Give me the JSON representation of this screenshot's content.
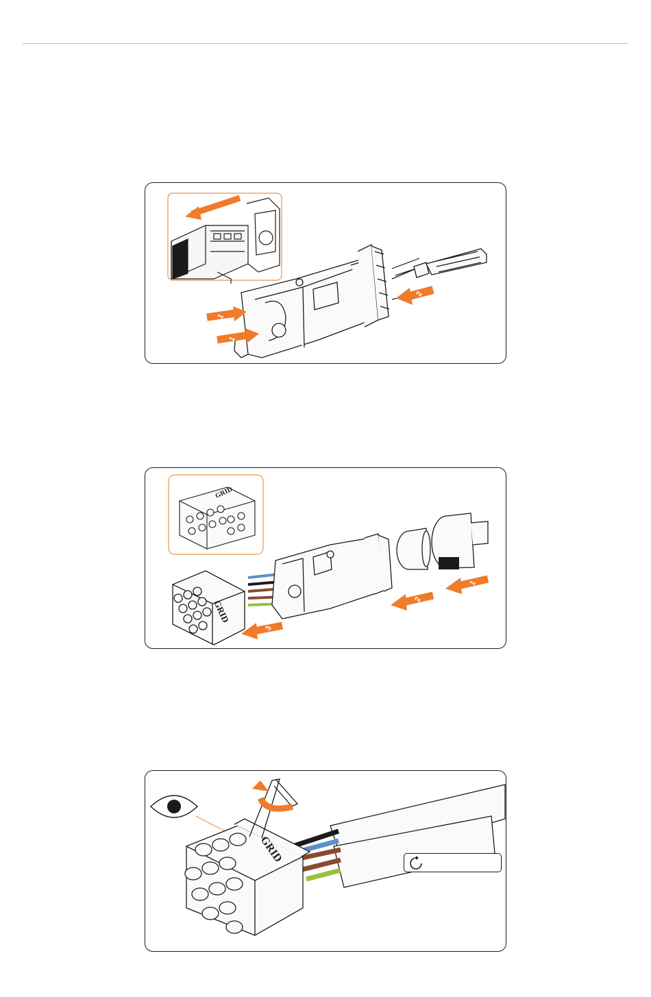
{
  "figures": [
    {
      "id": "fig-1",
      "arrow_labels": [
        "1",
        "1",
        "2"
      ],
      "inset_color": "#e8934a"
    },
    {
      "id": "fig-2",
      "arrow_labels": [
        "1",
        "2",
        "3"
      ],
      "connector_text": "GRID",
      "inset_color": "#e8934a"
    },
    {
      "id": "fig-3",
      "connector_text": "GRID",
      "torque_label": "",
      "icons": [
        "eye-icon",
        "rotate-arrow-icon"
      ]
    }
  ],
  "colors": {
    "accent_orange": "#f07b2a",
    "outline": "#1a1a1a",
    "wire_blue": "#5b8fc9",
    "wire_brown": "#8a4a2e",
    "wire_black": "#1a1a1a",
    "wire_green_yellow": "#9cbf3a",
    "rule_gray": "#bfbfbf"
  }
}
